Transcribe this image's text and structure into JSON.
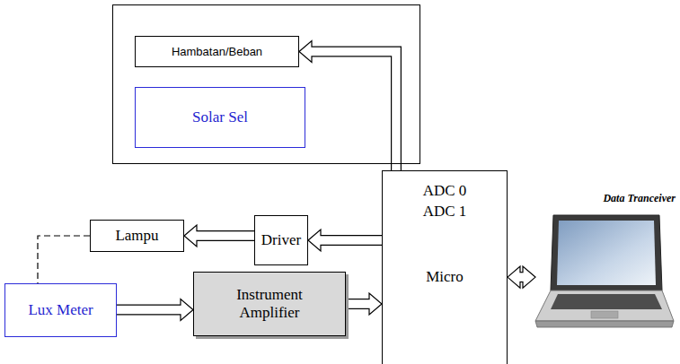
{
  "diagram": {
    "nodes": [
      {
        "text": []
      },
      {
        "text": [
          "Hambatan/Beban"
        ],
        "in": 0
      },
      {
        "text": [
          "Solar Sel"
        ],
        "in": 0
      },
      {
        "text": [
          "Lampu"
        ]
      },
      {
        "text": [
          "Driver"
        ]
      },
      {
        "text": [
          "ADC 0",
          "ADC 1",
          "Micro"
        ]
      },
      {
        "text": [
          "Lux Meter"
        ]
      },
      {
        "text": [
          "Instrument Amplifier"
        ]
      },
      {
        "text": [
          "Data Tranceiver"
        ]
      }
    ],
    "edges": [
      {
        "from": 5,
        "to": 1,
        "arrow": "to"
      },
      {
        "from": 5,
        "to": 4,
        "arrow": "to"
      },
      {
        "from": 4,
        "to": 3,
        "arrow": "to"
      },
      {
        "from": 6,
        "to": 7,
        "arrow": "to"
      },
      {
        "from": 7,
        "to": 5,
        "arrow": "to"
      },
      {
        "from": 5,
        "to": 8,
        "arrow": "both"
      },
      {
        "from": 3,
        "to": 6,
        "arrow": "none"
      }
    ]
  }
}
